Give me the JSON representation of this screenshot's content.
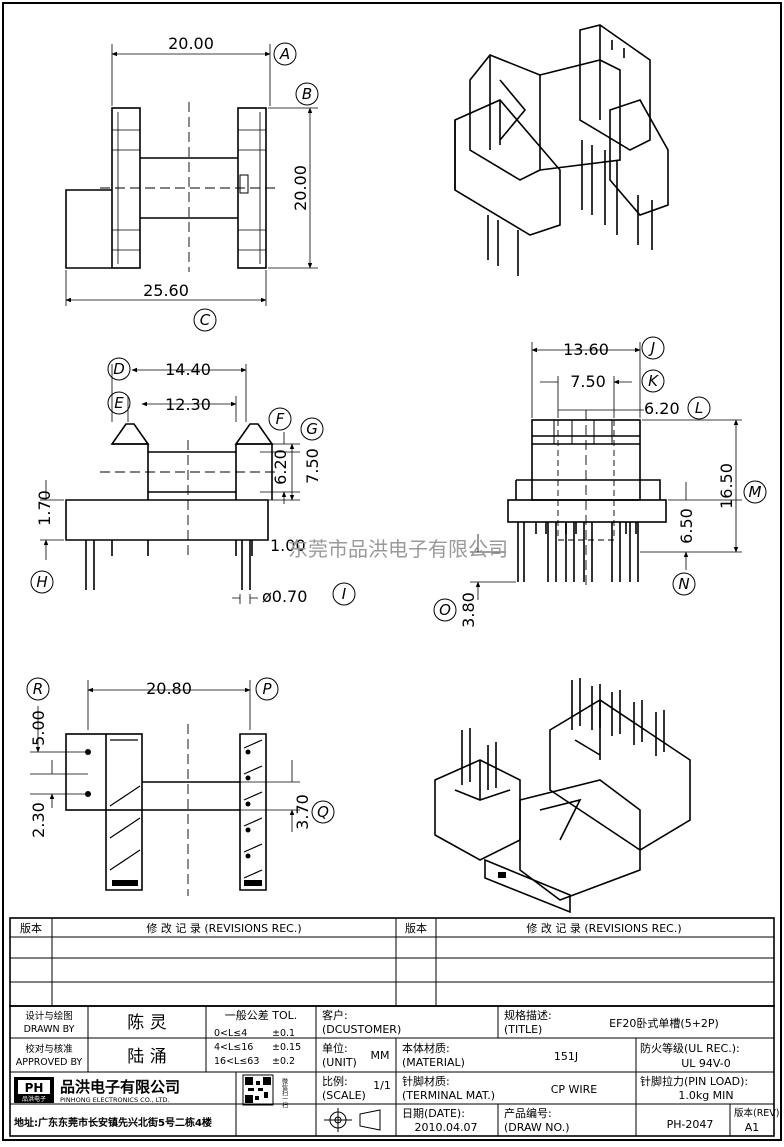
{
  "drawing": {
    "top_view": {
      "width_a": "20.00",
      "height_b": "20.00",
      "overall_c": "25.60",
      "labels": [
        "A",
        "B",
        "C"
      ]
    },
    "front_view": {
      "d_width": "14.40",
      "e_width": "12.30",
      "f_height": "6.20",
      "g_height": "7.50",
      "h_height": "1.70",
      "i_pin": "ø0.70",
      "small_dim": "1.00",
      "labels": [
        "D",
        "E",
        "F",
        "G",
        "H",
        "I"
      ]
    },
    "side_view": {
      "j_width": "13.60",
      "k_width": "7.50",
      "l_width": "6.20",
      "m_height": "16.50",
      "n_height": "6.50",
      "o_pin": "3.80",
      "labels": [
        "J",
        "K",
        "L",
        "M",
        "N",
        "O"
      ]
    },
    "bottom_view": {
      "p_width": "20.80",
      "r_height": "5.00",
      "small_h": "2.30",
      "q_height": "3.70",
      "labels": [
        "R",
        "P",
        "Q"
      ]
    },
    "watermark": "东莞市品洪电子有限公司"
  },
  "revisions": {
    "col_version": "版本",
    "col_record": "修 改 记 录 (REVISIONS REC.)",
    "col_version2": "版本",
    "col_record2": "修 改 记 录 (REVISIONS REC.)"
  },
  "title_block": {
    "designer_label": "设计与绘图",
    "designer_label_en": "DRAWN BY",
    "designer": "陈 灵",
    "approver_label": "校对与核准",
    "approver_label_en": "APPROVED BY",
    "approver": "陆 涌",
    "tol_title": "一般公差 TOL.",
    "tol_rows": [
      {
        "range": "0<L≤4",
        "tol": "±0.1"
      },
      {
        "range": "4<L≤16",
        "tol": "±0.15"
      },
      {
        "range": "16<L≤63",
        "tol": "±0.2"
      }
    ],
    "customer_label": "客户:",
    "customer_label_en": "(DCUSTOMER)",
    "spec_label": "规格描述:",
    "spec_label_en": "(TITLE)",
    "spec": "EF20卧式单槽(5+2P)",
    "unit_label": "单位:",
    "unit_label_en": "(UNIT)",
    "unit": "MM",
    "material_label": "本体材质:",
    "material_label_en": "(MATERIAL)",
    "material": "151J",
    "fire_label": "防火等级(UL REC.):",
    "fire": "UL 94V-0",
    "scale_label": "比例:",
    "scale_label_en": "(SCALE)",
    "scale": "1/1",
    "terminal_label": "针脚材质:",
    "terminal_label_en": "(TERMINAL MAT.)",
    "terminal": "CP WIRE",
    "pinload_label": "针脚拉力(PIN LOAD):",
    "pinload": "1.0kg MIN",
    "date_label": "日期(DATE):",
    "date": "2010.04.07",
    "drawno_label": "产品编号:",
    "drawno_label_en": "(DRAW NO.)",
    "drawno": "PH-2047",
    "rev_label": "版本(REV):",
    "rev": "A1",
    "company": "品洪电子有限公司",
    "company_en": "PINHONG ELECTRONICS CO., LTD.",
    "address": "地址:广东东莞市长安镇先兴北街5号二栋4楼",
    "logo_text": "PH",
    "logo_sub": "品洪电子",
    "qr_side": "微信扫一扫"
  }
}
